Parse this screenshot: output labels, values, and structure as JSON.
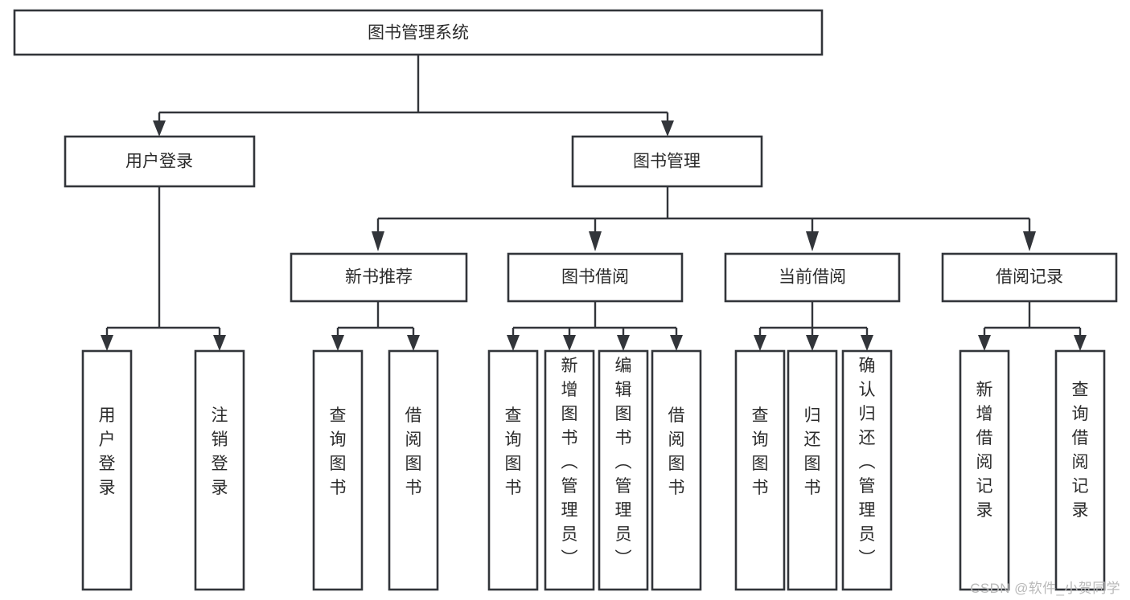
{
  "diagram": {
    "type": "tree-hierarchy-chart",
    "title": "图书管理系统",
    "watermark": "CSDN @软件_小贺同学",
    "colors": {
      "stroke": "#32353a",
      "fill": "#ffffff",
      "text": "#2b2b2b",
      "watermark": "#b9b9b9",
      "background": "#ffffff"
    },
    "levels": [
      {
        "level": 1,
        "nodes": [
          {
            "id": "root",
            "label": "图书管理系统",
            "orientation": "horizontal"
          }
        ]
      },
      {
        "level": 2,
        "nodes": [
          {
            "id": "login",
            "label": "用户登录",
            "orientation": "horizontal",
            "parent": "root"
          },
          {
            "id": "bookmgmt",
            "label": "图书管理",
            "orientation": "horizontal",
            "parent": "root"
          }
        ]
      },
      {
        "level": 3,
        "nodes": [
          {
            "id": "newbook",
            "label": "新书推荐",
            "orientation": "horizontal",
            "parent": "bookmgmt"
          },
          {
            "id": "borrow",
            "label": "图书借阅",
            "orientation": "horizontal",
            "parent": "bookmgmt"
          },
          {
            "id": "current",
            "label": "当前借阅",
            "orientation": "horizontal",
            "parent": "bookmgmt"
          },
          {
            "id": "records",
            "label": "借阅记录",
            "orientation": "horizontal",
            "parent": "bookmgmt"
          }
        ]
      },
      {
        "level": 4,
        "nodes": [
          {
            "id": "leaf1",
            "label": "用户登录",
            "orientation": "vertical",
            "parent": "login"
          },
          {
            "id": "leaf2",
            "label": "注销登录",
            "orientation": "vertical",
            "parent": "login"
          },
          {
            "id": "leaf3",
            "label": "查询图书",
            "orientation": "vertical",
            "parent": "newbook"
          },
          {
            "id": "leaf4",
            "label": "借阅图书",
            "orientation": "vertical",
            "parent": "newbook"
          },
          {
            "id": "leaf5",
            "label": "查询图书",
            "orientation": "vertical",
            "parent": "borrow"
          },
          {
            "id": "leaf6",
            "label": "新增图书（管理员）",
            "orientation": "vertical",
            "parent": "borrow"
          },
          {
            "id": "leaf7",
            "label": "编辑图书（管理员）",
            "orientation": "vertical",
            "parent": "borrow"
          },
          {
            "id": "leaf8",
            "label": "借阅图书",
            "orientation": "vertical",
            "parent": "borrow"
          },
          {
            "id": "leaf9",
            "label": "查询图书",
            "orientation": "vertical",
            "parent": "current"
          },
          {
            "id": "leaf10",
            "label": "归还图书",
            "orientation": "vertical",
            "parent": "current"
          },
          {
            "id": "leaf11",
            "label": "确认归还（管理员）",
            "orientation": "vertical",
            "parent": "current"
          },
          {
            "id": "leaf12",
            "label": "新增借阅记录",
            "orientation": "vertical",
            "parent": "records"
          },
          {
            "id": "leaf13",
            "label": "查询借阅记录",
            "orientation": "vertical",
            "parent": "records"
          }
        ]
      }
    ]
  }
}
